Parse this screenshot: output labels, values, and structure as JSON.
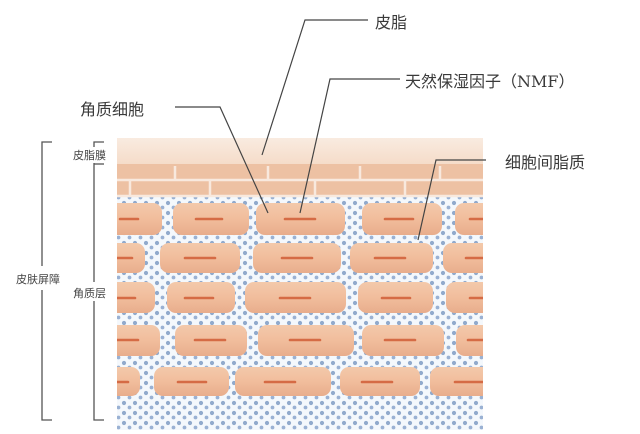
{
  "diagram": {
    "title": "Skin barrier structure (stratum corneum brick-and-mortar model)",
    "labels": {
      "sebum": "皮脂",
      "nmf": "天然保湿因子（NMF）",
      "corneocyte": "角质细胞",
      "intercellular_lipid": "细胞间脂质",
      "sebum_film": "皮脂膜",
      "skin_barrier": "皮肤屏障",
      "stratum_corneum": "角质层"
    },
    "colors": {
      "sebum_film": "#f7e3d3",
      "upper_cells": "#e9b595",
      "corneocyte": "#f0bd9b",
      "nucleus": "#d56b45",
      "lipid_dots": "#7f9cc4",
      "leader_line": "#444444",
      "bracket": "#555555"
    }
  }
}
